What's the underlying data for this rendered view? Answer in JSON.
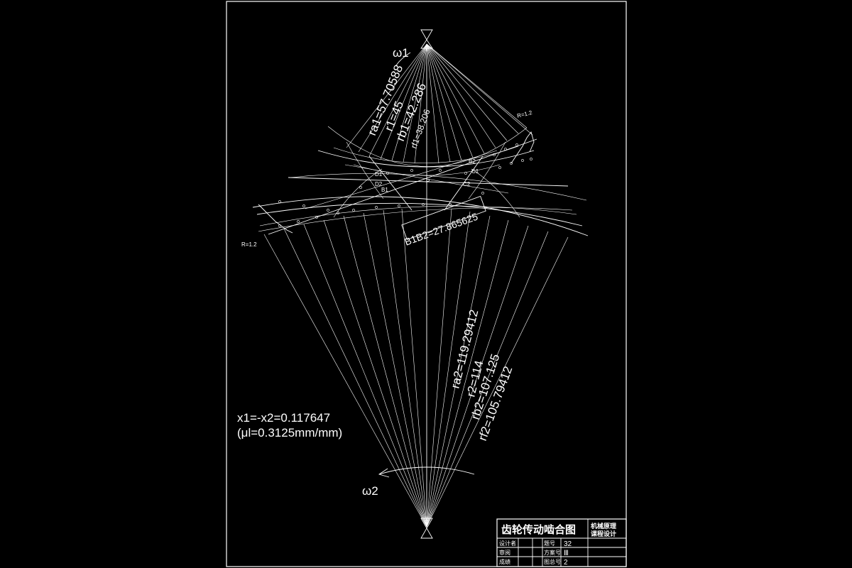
{
  "labels": {
    "omega1": "ω1",
    "omega2": "ω2",
    "ra1": "ra1=57.70588",
    "r1": "r1=45",
    "rb1": "rb1=42.286",
    "rf1": "rf1=38.206",
    "ra2": "ra2=119.29412",
    "r2": "r2=114",
    "rb2": "rb2=107.125",
    "rf2": "rf2=105.79412",
    "b1b2": "B1B2=27.865625",
    "shift": "x1=-x2=0.117647",
    "scale": "(μl=0.3125mm/mm)",
    "r_fillet_top": "R=1.2",
    "r_fillet_left": "R=1.2",
    "point_p": "P",
    "point_d1": "D1",
    "point_d2": "D2",
    "point_b1": "B1",
    "point_c1": "C1",
    "point_c2": "C2",
    "point_b2": "B2"
  },
  "title_block": {
    "title": "齿轮传动啮合图",
    "subject_line1": "机械原理",
    "subject_line2": "课程设计",
    "row1_label": "设计者",
    "row2_label": "审阅",
    "row3_label": "成绩",
    "field1_label": "题号",
    "field1_value": "32",
    "field2_label": "方案号",
    "field2_value": "Ⅲ",
    "field3_label": "图总号",
    "field3_value": "2"
  }
}
